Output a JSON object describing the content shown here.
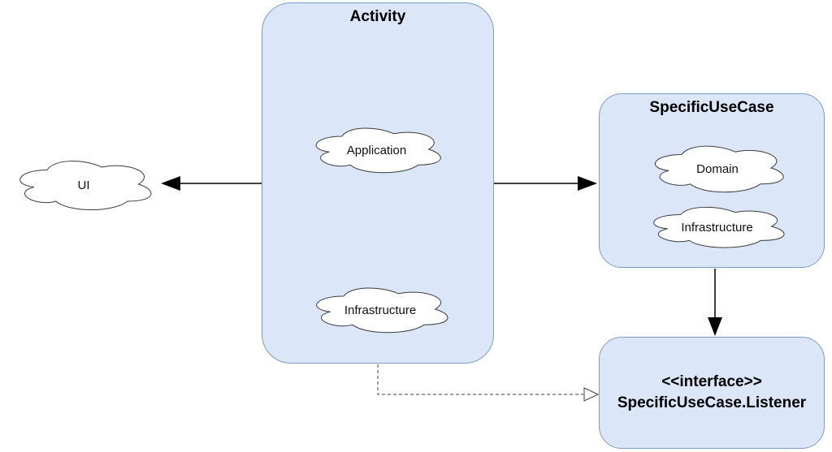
{
  "diagram": {
    "type": "architecture-diagram",
    "colors": {
      "background": "#ffffff",
      "box_fill": "#dbe7f8",
      "box_stroke": "#7e9bc4",
      "cloud_fill": "#ffffff",
      "cloud_stroke": "#3b3b3b",
      "arrow": "#000000"
    },
    "nodes": {
      "ui": {
        "label": "UI"
      },
      "activity": {
        "title": "Activity",
        "clouds": [
          {
            "label": "Application"
          },
          {
            "label": "Infrastructure"
          }
        ]
      },
      "specific_use_case": {
        "title": "SpecificUseCase",
        "clouds": [
          {
            "label": "Domain"
          },
          {
            "label": "Infrastructure"
          }
        ]
      },
      "listener": {
        "stereotype": "<<interface>>",
        "title": "SpecificUseCase.Listener"
      }
    },
    "edges": [
      {
        "name": "activity-to-ui",
        "style": "solid",
        "arrowhead": "filled"
      },
      {
        "name": "activity-to-specific-use-case",
        "style": "solid",
        "arrowhead": "filled"
      },
      {
        "name": "specific-use-case-to-listener",
        "style": "solid",
        "arrowhead": "filled"
      },
      {
        "name": "activity-to-listener",
        "style": "dashed",
        "arrowhead": "hollow-triangle"
      }
    ]
  }
}
